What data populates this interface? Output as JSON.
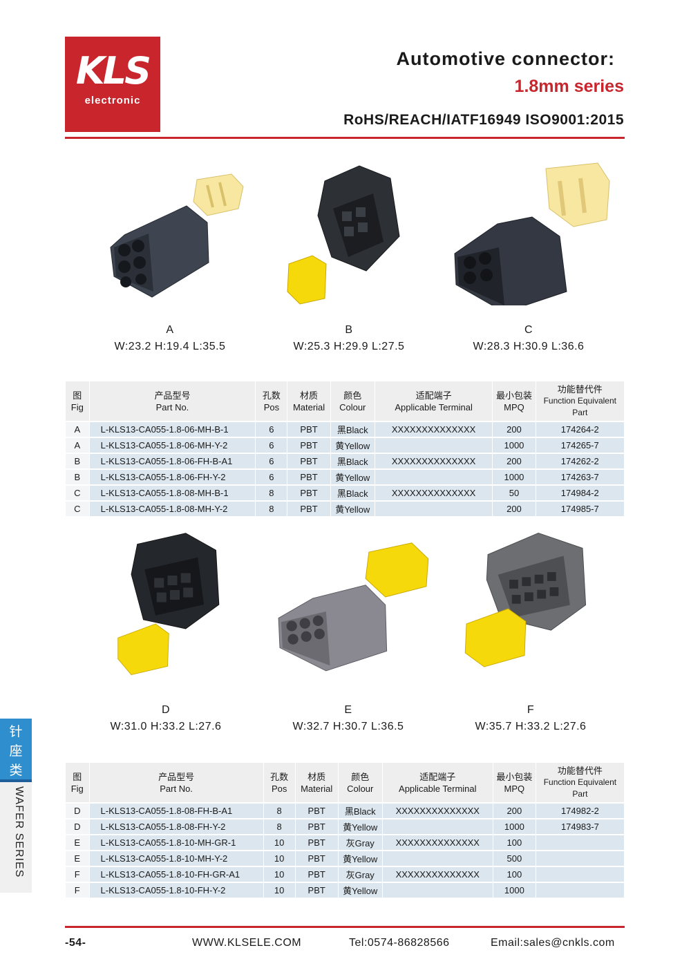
{
  "brand": {
    "mark": "KLS",
    "sub": "electronic"
  },
  "header": {
    "title": "Automotive connector:",
    "series": "1.8mm series",
    "cert": "RoHS/REACH/IATF16949 ISO9001:2015"
  },
  "figures_top": [
    {
      "letter": "A",
      "dims": "W:23.2  H:19.4  L:35.5"
    },
    {
      "letter": "B",
      "dims": "W:25.3  H:29.9  L:27.5"
    },
    {
      "letter": "C",
      "dims": "W:28.3  H:30.9  L:36.6"
    }
  ],
  "figures_bottom": [
    {
      "letter": "D",
      "dims": "W:31.0  H:33.2  L:27.6"
    },
    {
      "letter": "E",
      "dims": "W:32.7  H:30.7  L:36.5"
    },
    {
      "letter": "F",
      "dims": "W:35.7  H:33.2  L:27.6"
    }
  ],
  "table_headers": [
    {
      "cn": "图",
      "en": "Fig"
    },
    {
      "cn": "产品型号",
      "en": "Part No."
    },
    {
      "cn": "孔数",
      "en": "Pos"
    },
    {
      "cn": "材质",
      "en": "Material"
    },
    {
      "cn": "颜色",
      "en": "Colour"
    },
    {
      "cn": "适配端子",
      "en": "Applicable Terminal"
    },
    {
      "cn": "最小包装",
      "en": "MPQ"
    },
    {
      "cn": "功能替代件",
      "en": "Function Equivalent Part"
    }
  ],
  "table1": [
    [
      "A",
      "L-KLS13-CA055-1.8-06-MH-B-1",
      "6",
      "PBT",
      "黑Black",
      "XXXXXXXXXXXXXX",
      "200",
      "174264-2"
    ],
    [
      "A",
      "L-KLS13-CA055-1.8-06-MH-Y-2",
      "6",
      "PBT",
      "黄Yellow",
      "",
      "1000",
      "174265-7"
    ],
    [
      "B",
      "L-KLS13-CA055-1.8-06-FH-B-A1",
      "6",
      "PBT",
      "黑Black",
      "XXXXXXXXXXXXXX",
      "200",
      "174262-2"
    ],
    [
      "B",
      "L-KLS13-CA055-1.8-06-FH-Y-2",
      "6",
      "PBT",
      "黄Yellow",
      "",
      "1000",
      "174263-7"
    ],
    [
      "C",
      "L-KLS13-CA055-1.8-08-MH-B-1",
      "8",
      "PBT",
      "黑Black",
      "XXXXXXXXXXXXXX",
      "50",
      "174984-2"
    ],
    [
      "C",
      "L-KLS13-CA055-1.8-08-MH-Y-2",
      "8",
      "PBT",
      "黄Yellow",
      "",
      "200",
      "174985-7"
    ]
  ],
  "table2": [
    [
      "D",
      "L-KLS13-CA055-1.8-08-FH-B-A1",
      "8",
      "PBT",
      "黑Black",
      "XXXXXXXXXXXXXX",
      "200",
      "174982-2"
    ],
    [
      "D",
      "L-KLS13-CA055-1.8-08-FH-Y-2",
      "8",
      "PBT",
      "黄Yellow",
      "",
      "1000",
      "174983-7"
    ],
    [
      "E",
      "L-KLS13-CA055-1.8-10-MH-GR-1",
      "10",
      "PBT",
      "灰Gray",
      "XXXXXXXXXXXXXX",
      "100",
      ""
    ],
    [
      "E",
      "L-KLS13-CA055-1.8-10-MH-Y-2",
      "10",
      "PBT",
      "黄Yellow",
      "",
      "500",
      ""
    ],
    [
      "F",
      "L-KLS13-CA055-1.8-10-FH-GR-A1",
      "10",
      "PBT",
      "灰Gray",
      "XXXXXXXXXXXXXX",
      "100",
      ""
    ],
    [
      "F",
      "L-KLS13-CA055-1.8-10-FH-Y-2",
      "10",
      "PBT",
      "黄Yellow",
      "",
      "1000",
      ""
    ]
  ],
  "sidetab": {
    "cn": "针\n座\n类",
    "en": "WAFER SERIES"
  },
  "footer": {
    "page": "-54-",
    "web": "WWW.KLSELE.COM",
    "tel": "Tel:0574-86828566",
    "email": "Email:sales@cnkls.com"
  },
  "colors": {
    "brand_red": "#c8252c",
    "row_blue": "#dce6ee",
    "tab_blue": "#2f8fce",
    "connector_yellow": "#f5d90a",
    "connector_cream": "#f7e7a0"
  }
}
